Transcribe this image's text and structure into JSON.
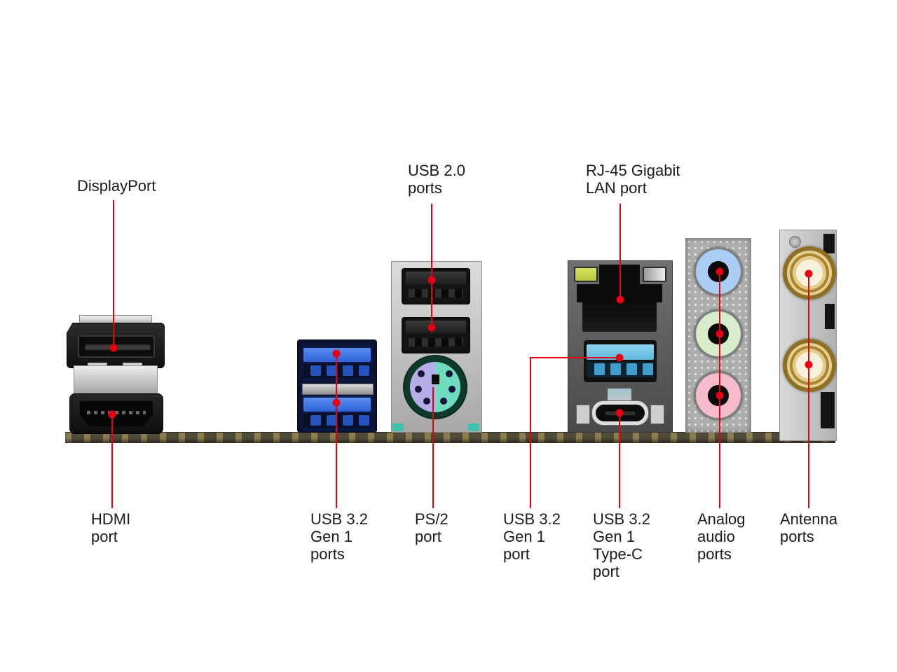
{
  "figure": {
    "type": "motherboard-rear-io-port-diagram",
    "background": "#ffffff"
  },
  "labels": {
    "displayport": "DisplayPort",
    "usb20": "USB 2.0\nports",
    "lan": "RJ-45 Gigabit\nLAN port",
    "hdmi": "HDMI\nport",
    "usb32_gen1_ports": "USB 3.2\nGen 1\nports",
    "ps2": "PS/2\nport",
    "usb32_gen1_port": "USB 3.2\nGen 1\nport",
    "usb32_gen1_typec": "USB 3.2\nGen 1\nType-C\nport",
    "analog_audio": "Analog\naudio\nports",
    "antenna": "Antenna\nports"
  },
  "colors": {
    "callout_red": "#e60012",
    "label_text": "#1b1b1b",
    "usb32_blue": "#2e63d8",
    "usb32_light_blue": "#74c9e8",
    "usb20_black": "#141414",
    "ps2_keyboard_purple": "#b6aee6",
    "ps2_mouse_green": "#6fdcc0",
    "audio_line_in_blue": "#a9cdf4",
    "audio_line_out_green": "#d6ecca",
    "audio_mic_pink": "#f6bcc9",
    "antenna_gold": "#c7a24b",
    "lan_led_green": "#c6d44e",
    "pcb_edge_olive": "#514b3a"
  }
}
